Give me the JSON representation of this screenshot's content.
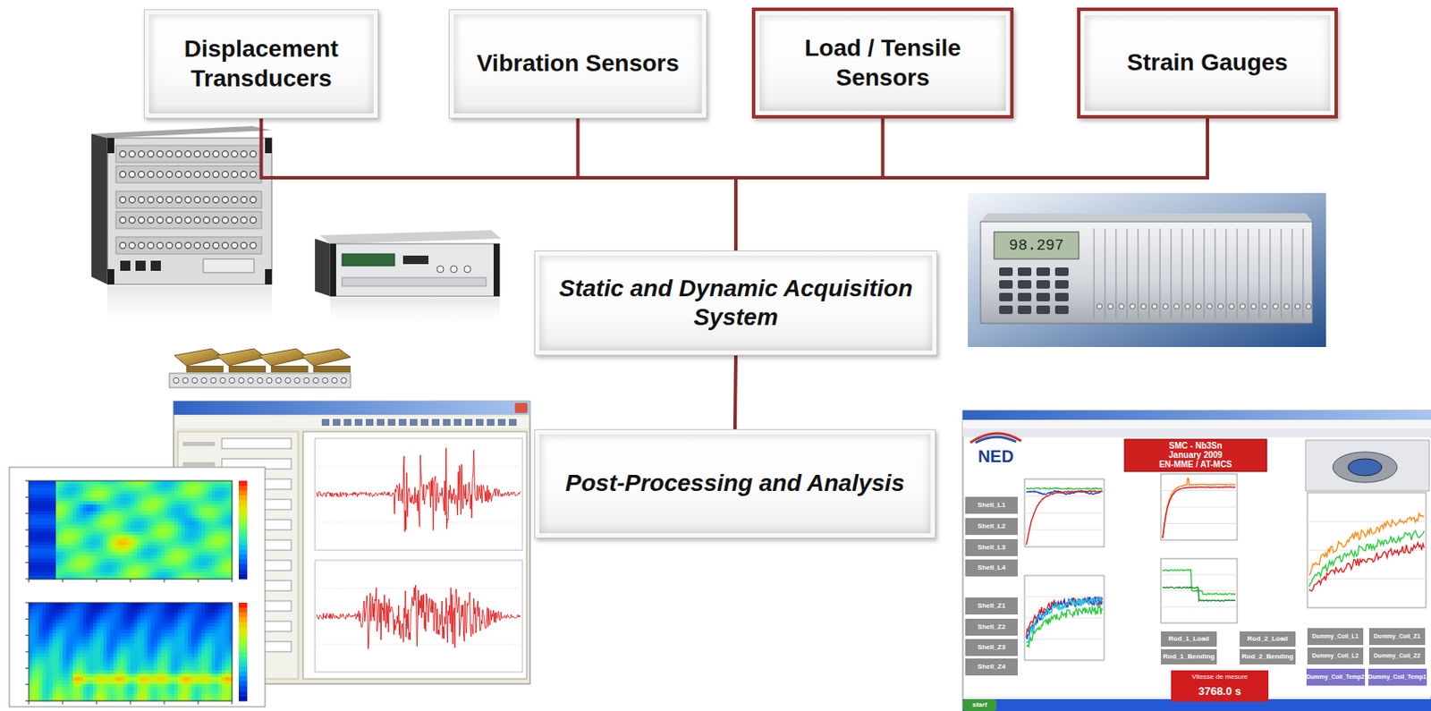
{
  "diagram": {
    "nodes": [
      {
        "text": [
          "Displacement Transducers"
        ]
      },
      {
        "text": [
          "Vibration Sensors"
        ]
      },
      {
        "text": [
          "Load / Tensile Sensors"
        ]
      },
      {
        "text": [
          "Strain Gauges"
        ]
      },
      {
        "text": [
          "Static and Dynamic Acquisition System"
        ]
      },
      {
        "text": [
          "Post-Processing and Analysis"
        ]
      }
    ],
    "edges": [
      {
        "from": 0,
        "to": 4,
        "arrow": "none"
      },
      {
        "from": 1,
        "to": 4,
        "arrow": "none"
      },
      {
        "from": 2,
        "to": 4,
        "arrow": "none"
      },
      {
        "from": 3,
        "to": 4,
        "arrow": "none"
      },
      {
        "from": 4,
        "to": 5,
        "arrow": "none"
      }
    ],
    "labels": [
      "98.297",
      "NED",
      "SMC - Nb3Sn",
      "January 2009",
      "EN-MME / AT-MCS",
      "Shell_L1",
      "Shell_L2",
      "Shell_L3",
      "Shell_L4",
      "Shell_Z1",
      "Shell_Z2",
      "Shell_Z3",
      "Shell_Z4",
      "Rod_1_Load",
      "Rod_2_Load",
      "Rod_1_Bending",
      "Rod_2_Bending",
      "Dummy_Coil_L1",
      "Dummy_Coil_Z1",
      "Dummy_Coil_L2",
      "Dummy_Coil_Z2",
      "Dummy_Coil_Temp2",
      "Dummy_Coil_Temp1",
      "Vitesse de mesure",
      "3768.0 s",
      "start"
    ]
  }
}
